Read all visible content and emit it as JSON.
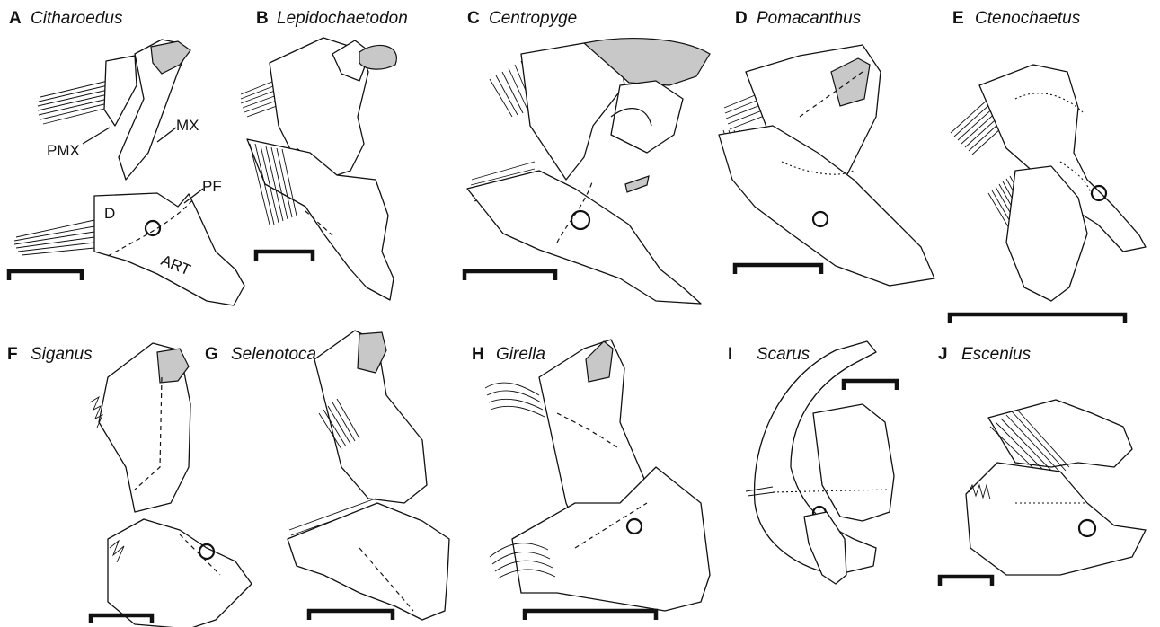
{
  "figure": {
    "panels": [
      {
        "letter": "A",
        "name": "Citharoedus"
      },
      {
        "letter": "B",
        "name": "Lepidochaetodon"
      },
      {
        "letter": "C",
        "name": "Centropyge"
      },
      {
        "letter": "D",
        "name": "Pomacanthus"
      },
      {
        "letter": "E",
        "name": "Ctenochaetus"
      },
      {
        "letter": "F",
        "name": "Siganus"
      },
      {
        "letter": "G",
        "name": "Selenotoca"
      },
      {
        "letter": "H",
        "name": "Girella"
      },
      {
        "letter": "I",
        "name": "Scarus"
      },
      {
        "letter": "J",
        "name": "Escenius"
      }
    ],
    "annotations": {
      "pmx": "PMX",
      "mx": "MX",
      "pf": "PF",
      "d": "D",
      "art": "ART"
    },
    "colors": {
      "shaded_region": "#c8c8c8",
      "outline": "#111111",
      "background": "#ffffff"
    }
  }
}
